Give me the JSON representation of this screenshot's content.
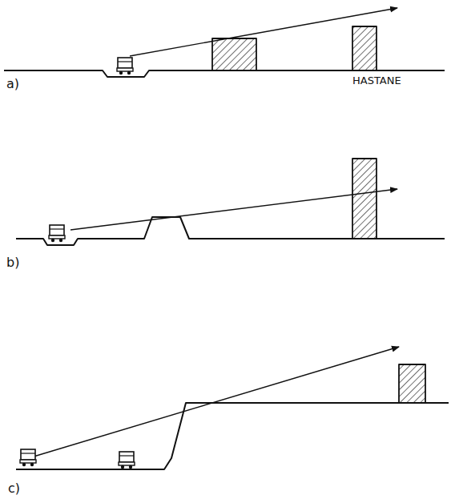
{
  "diagram": {
    "labels": [
      "a)",
      "HASTANE",
      "b)",
      "c)"
    ]
  }
}
